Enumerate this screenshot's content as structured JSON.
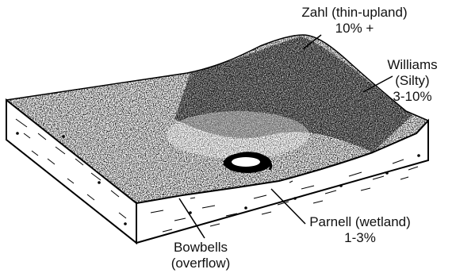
{
  "labels": {
    "zahl": {
      "line1": "Zahl (thin-upland)",
      "line2": "10% +"
    },
    "williams": {
      "line1": "Williams",
      "line2": "(Silty)",
      "line3": "3-10%"
    },
    "parnell": {
      "line1": "Parnell (wetland)",
      "line2": "1-3%"
    },
    "bowbells": {
      "line1": "Bowbells",
      "line2": "(overflow)"
    }
  }
}
